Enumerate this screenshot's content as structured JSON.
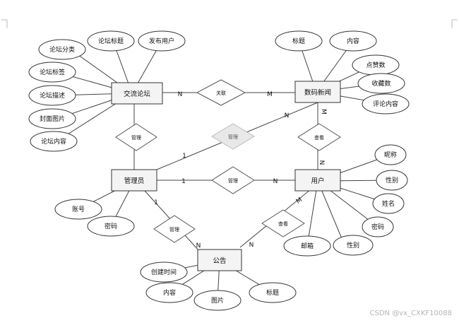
{
  "entities": {
    "forum": "交流论坛",
    "news": "数码新闻",
    "admin": "管理员",
    "user": "用户",
    "notice": "公告"
  },
  "relations": {
    "forum_news": "关联",
    "admin_forum": "管理",
    "admin_news": "管理",
    "admin_user": "管理",
    "admin_notice": "管理",
    "user_news": "查看",
    "user_notice": "查看"
  },
  "cardinalities": {
    "forum_news_forum": "N",
    "forum_news_news": "M",
    "admin_news_admin": "1",
    "admin_news_news": "N",
    "admin_user_admin": "1",
    "admin_user_user": "N",
    "user_news_news": "M",
    "user_news_user": "N",
    "admin_notice_admin": "1",
    "admin_notice_notice": "N",
    "user_notice_notice": "N",
    "user_notice_user": "M"
  },
  "attributes": {
    "forum": [
      "论坛分类",
      "论坛标题",
      "发布用户",
      "论坛标签",
      "论坛描述",
      "封面图片",
      "论坛内容"
    ],
    "news": [
      "标题",
      "内容",
      "点赞数",
      "收藏数",
      "评论内容"
    ],
    "admin": [
      "账号",
      "密码"
    ],
    "user": [
      "昵称",
      "性别",
      "姓名",
      "密码",
      "邮箱",
      "性别"
    ],
    "notice": [
      "创建时间",
      "内容",
      "图片",
      "标题"
    ]
  },
  "watermark": "CSDN @vx_CXKF10088"
}
